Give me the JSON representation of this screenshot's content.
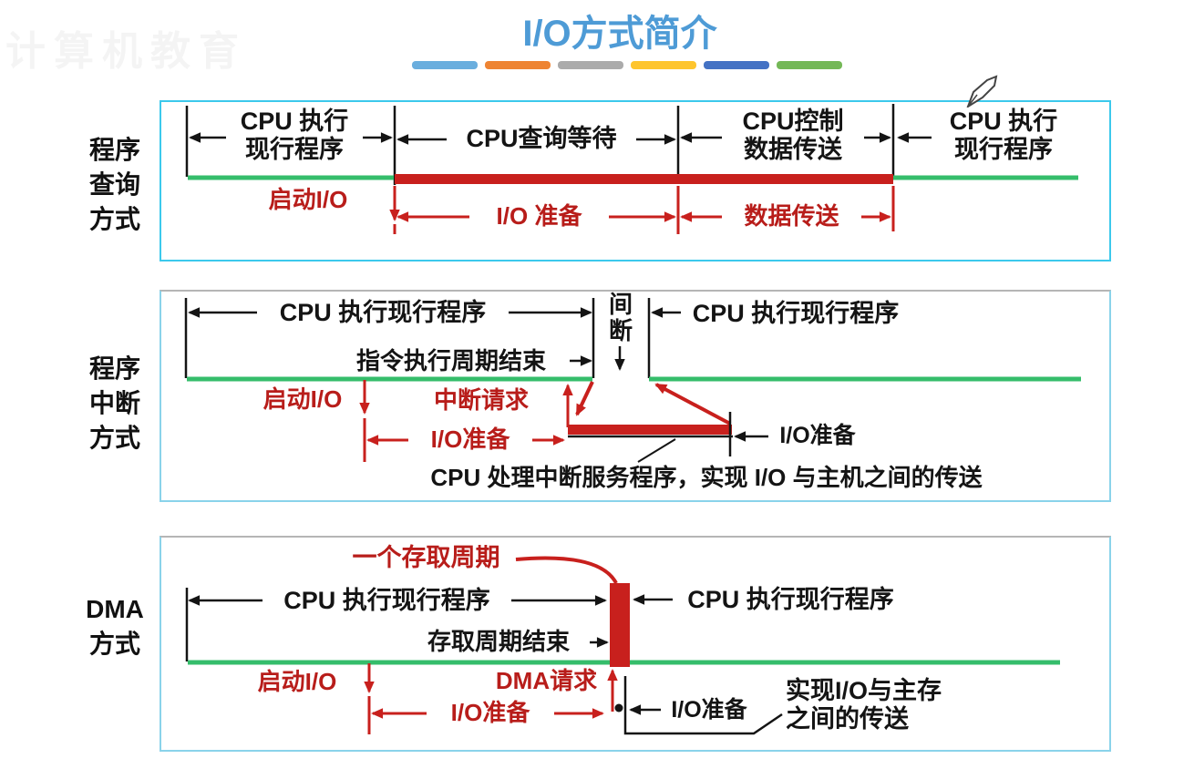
{
  "watermark": "计算机教育",
  "title": "I/O方式简介",
  "accent_bars": [
    "#6aaede",
    "#ee8433",
    "#ababab",
    "#fec52e",
    "#4472c4",
    "#74b857"
  ],
  "colors": {
    "red": "#c8201d",
    "red_text": "#b81d1a",
    "green": "#35bd6b",
    "title_blue": "#4e9bd6",
    "panel1_border": "#3cc9ec",
    "panel23_border": "#8ad3ea"
  },
  "panels": {
    "polling": {
      "side_label": "程序\n查询\n方式",
      "seg_cpu_run_1": "CPU 执行\n现行程序",
      "seg_cpu_poll_wait": "CPU查询等待",
      "seg_cpu_ctrl_transfer": "CPU控制\n数据传送",
      "seg_cpu_run_2": "CPU 执行\n现行程序",
      "start_io": "启动I/O",
      "io_prepare": "I/O 准备",
      "data_transfer": "数据传送"
    },
    "interrupt": {
      "side_label": "程序\n中断\n方式",
      "cpu_run_left": "CPU 执行现行程序",
      "instr_cycle_end": "指令执行周期结束",
      "gap": "间\n断",
      "cpu_run_right": "CPU 执行现行程序",
      "start_io": "启动I/O",
      "interrupt_request": "中断请求",
      "io_prepare_red": "I/O准备",
      "io_prepare_black": "I/O准备",
      "bottom_note": "CPU 处理中断服务程序，实现 I/O 与主机之间的传送"
    },
    "dma": {
      "side_label": "DMA\n方式",
      "access_cycle": "一个存取周期",
      "cpu_run_left": "CPU 执行现行程序",
      "access_cycle_end": "存取周期结束",
      "cpu_run_right": "CPU 执行现行程序",
      "start_io": "启动I/O",
      "dma_request": "DMA请求",
      "io_prepare_red": "I/O准备",
      "io_prepare_black": "I/O准备",
      "note": "实现I/O与主存\n之间的传送"
    }
  }
}
